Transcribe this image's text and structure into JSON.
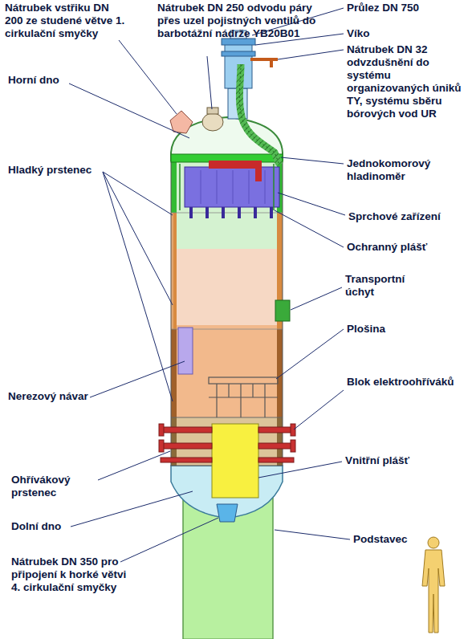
{
  "diagram": {
    "labels": [
      "Nátrubek vstřiku DN 200 ze studené větve 1. cirkulační smyčky",
      "Nátrubek DN 250 odvodu páry přes uzel pojistných ventilů do barbotážní nádrže YB20B01",
      "Průlez DN 750",
      "Víko",
      "Nátrubek DN 32 odvzdušnění do systému organizovaných úniků TY, systému sběru bórových vod UR",
      "Horní dno",
      "Hladký prstenec",
      "Jednokomorový hladinoměr",
      "Sprchové zařízení",
      "Ochranný plášť",
      "Transportní úchyt",
      "Plošina",
      "Nerezový návar",
      "Blok elektroohříváků",
      "Vnitřní plášť",
      "Ohřívákový prstenec",
      "Dolní dno",
      "Podstavec",
      "Nátrubek DN 350 pro připojení k horké větvi 4. cirkulační smyčky"
    ]
  }
}
